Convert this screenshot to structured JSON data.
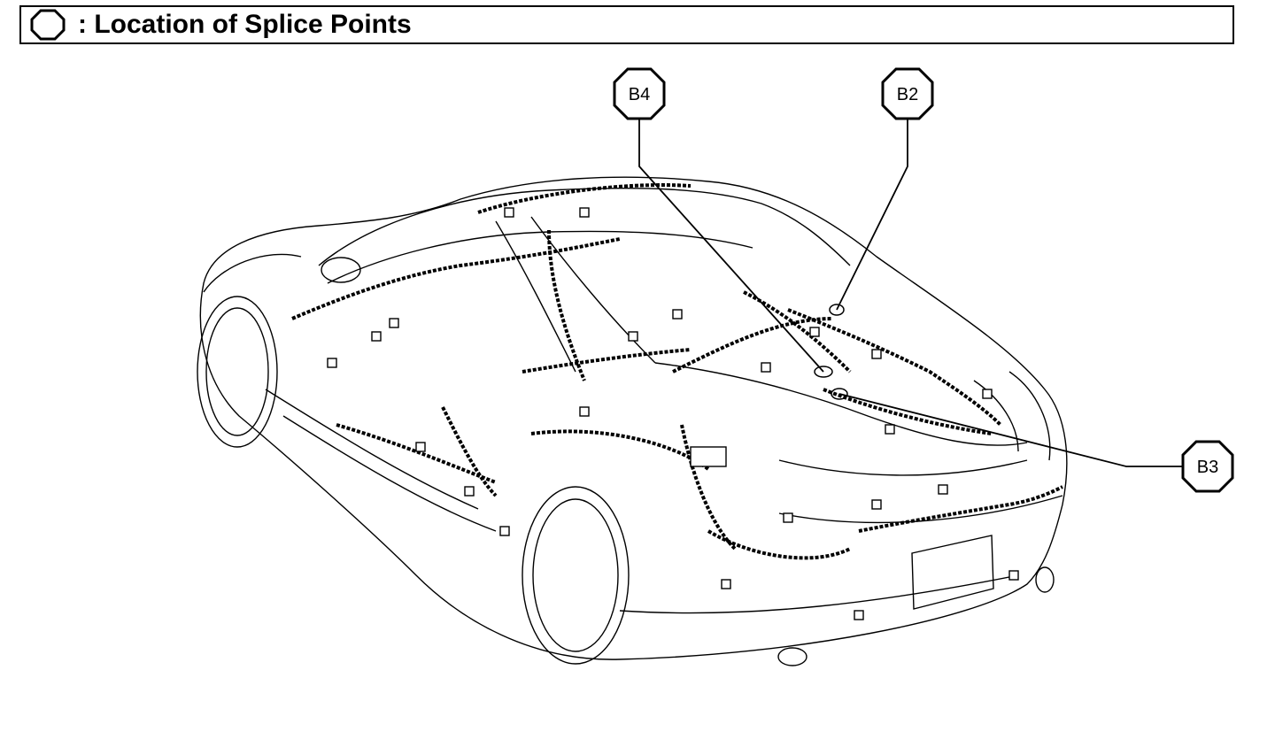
{
  "header": {
    "title": ": Location of Splice Points"
  },
  "callouts": [
    {
      "id": "b4",
      "label": "B4"
    },
    {
      "id": "b2",
      "label": "B2"
    },
    {
      "id": "b3",
      "label": "B3"
    }
  ],
  "colors": {
    "line": "#000000",
    "background": "#ffffff"
  }
}
